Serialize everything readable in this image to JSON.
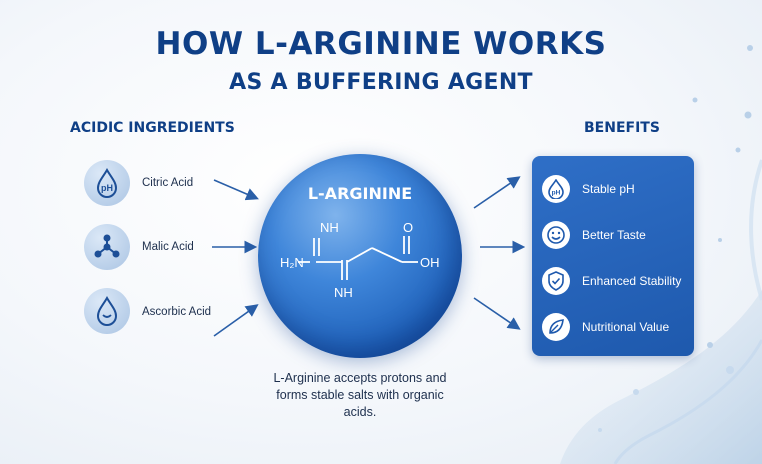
{
  "title": {
    "line1": "HOW L-ARGININE WORKS",
    "line2": "AS A BUFFERING AGENT"
  },
  "acidic": {
    "heading": "ACIDIC INGREDIENTS",
    "items": [
      {
        "label": "Citric Acid",
        "icon": "ph-drop-icon"
      },
      {
        "label": "Malic Acid",
        "icon": "molecule-icon"
      },
      {
        "label": "Ascorbic Acid",
        "icon": "water-drop-icon"
      }
    ]
  },
  "center": {
    "title": "L-ARGININE",
    "structure": {
      "nh_top": "NH",
      "h2n": "H₂N",
      "nh_bottom": "NH",
      "o": "O",
      "oh": "OH"
    },
    "note": "L-Arginine accepts protons and forms stable salts with organic acids."
  },
  "benefits": {
    "heading": "BENEFITS",
    "items": [
      {
        "label": "Stable pH",
        "icon": "ph-drop-icon"
      },
      {
        "label": "Better Taste",
        "icon": "smile-icon"
      },
      {
        "label": "Enhanced Stability",
        "icon": "shield-check-icon"
      },
      {
        "label": "Nutritional Value",
        "icon": "leaf-icon"
      }
    ]
  },
  "colors": {
    "primary": "#0f3f86",
    "sphere": "#2e72cc",
    "panel": "#2563b8",
    "arrow": "#2a5fa8"
  }
}
